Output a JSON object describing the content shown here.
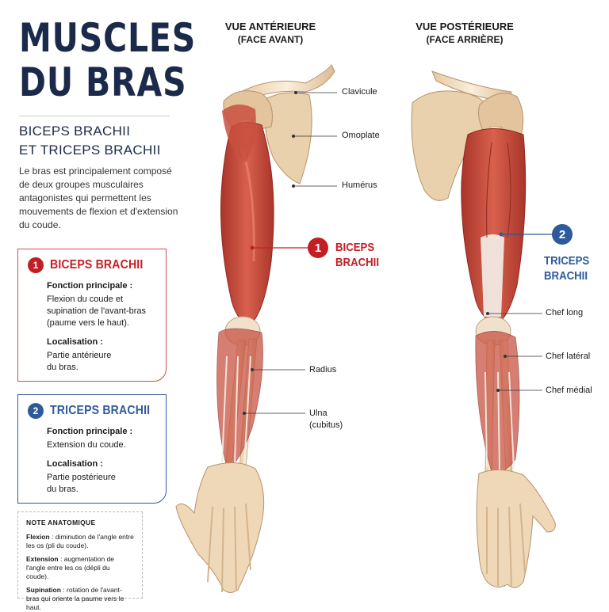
{
  "title": {
    "line1": "MUSCLES",
    "line2": "DU BRAS"
  },
  "subtitle": {
    "line1": "BICEPS BRACHII",
    "line2": "ET TRICEPS BRACHII"
  },
  "intro": "Le bras est principalement composé de deux groupes musculaires antagonistes qui permettent les mouvements de flexion et d'extension du coude.",
  "cards": [
    {
      "number": "1",
      "title": "BICEPS BRACHII",
      "function_label": "Fonction principale :",
      "function_text": "Flexion du coude et\nsupination de l'avant-bras\n(paume vers le haut).",
      "location_label": "Localisation :",
      "location_text": "Partie antérieure\ndu bras."
    },
    {
      "number": "2",
      "title": "TRICEPS BRACHII",
      "function_label": "Fonction principale :",
      "function_text": "Extension du coude.",
      "location_label": "Localisation :",
      "location_text": "Partie postérieure\ndu bras."
    }
  ],
  "note": {
    "title": "NOTE ANATOMIQUE",
    "items": [
      {
        "term": "Flexion",
        "text": " : diminution de l'angle entre les os (pli du coude)."
      },
      {
        "term": "Extension",
        "text": " : augmentation de l'angle entre les os (dépli du coude)."
      },
      {
        "term": "Supination",
        "text": " : rotation de l'avant-bras qui oriente la paume vers le haut."
      }
    ]
  },
  "views": {
    "anterior": {
      "title": "VUE ANTÉRIEURE",
      "subtitle": "(FACE AVANT)"
    },
    "posterior": {
      "title": "VUE POSTÉRIEURE",
      "subtitle": "(FACE ARRIÈRE)"
    }
  },
  "labels": {
    "clavicule": "Clavicule",
    "omoplate": "Omoplate",
    "humerus": "Humérus",
    "radius": "Radius",
    "ulna": "Ulna\n(cubitus)",
    "biceps_number": "1",
    "biceps": "BICEPS\nBRACHII",
    "triceps_number": "2",
    "triceps": "TRICEPS\nBRACHII",
    "chef_long": "Chef long",
    "chef_lateral": "Chef latéral",
    "chef_medial": "Chef médial"
  },
  "colors": {
    "navy": "#1b2a4a",
    "red": "#c41e25",
    "blue": "#2e5a9c",
    "muscle": "#c8483a",
    "bone": "#f1dcc0"
  }
}
